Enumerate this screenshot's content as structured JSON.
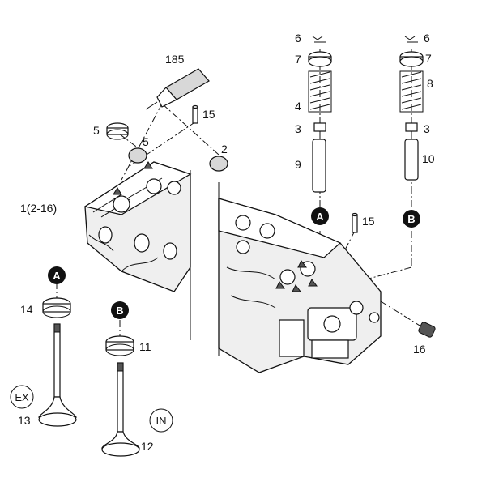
{
  "labels": {
    "c185": "185",
    "c15a": "15",
    "c15b": "15",
    "c5a": "5",
    "c5b": "5",
    "c2": "2",
    "c1": "1(2-16)",
    "c6a": "6",
    "c6b": "6",
    "c7a": "7",
    "c7b": "7",
    "c8": "8",
    "c4": "4",
    "c3a": "3",
    "c3b": "3",
    "c9": "9",
    "c10": "10",
    "c14": "14",
    "c11": "11",
    "c16": "16",
    "c13": "13",
    "c12": "12"
  },
  "badges": {
    "a_top": "A",
    "b_top": "B",
    "a_bottom": "A",
    "b_bottom": "B"
  },
  "circled": {
    "ex": "EX",
    "in": "IN"
  }
}
